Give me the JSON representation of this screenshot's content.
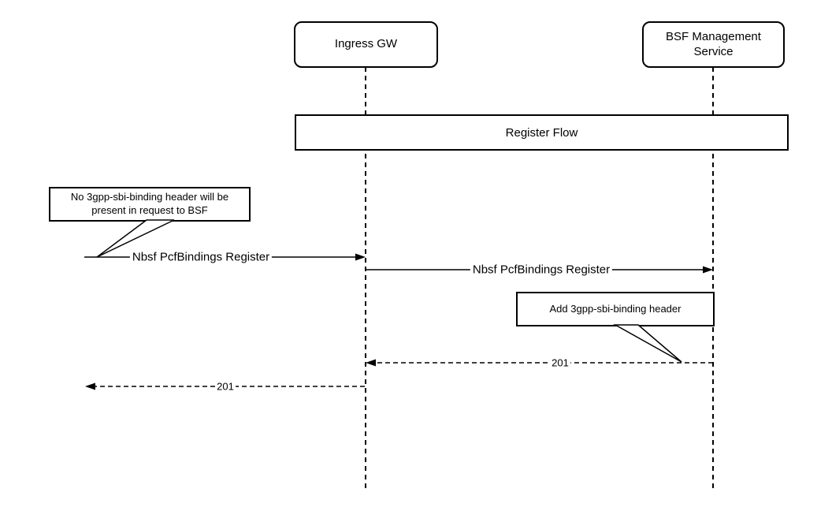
{
  "diagram": {
    "type": "sequence",
    "frame_title": "Register Flow",
    "actors": [
      {
        "label": "Ingress GW"
      },
      {
        "label": "BSF Management Service"
      }
    ],
    "notes": [
      {
        "text": "No 3gpp-sbi-binding header will be present in request to BSF"
      },
      {
        "text": "Add 3gpp-sbi-binding header"
      }
    ],
    "messages": [
      {
        "label": "Nbsf PcfBindings Register",
        "from": "left-edge",
        "to": "Ingress GW",
        "style": "solid"
      },
      {
        "label": "Nbsf PcfBindings Register",
        "from": "Ingress GW",
        "to": "BSF Management Service",
        "style": "solid"
      },
      {
        "label": "201",
        "from": "BSF Management Service",
        "to": "Ingress GW",
        "style": "dashed"
      },
      {
        "label": "201",
        "from": "Ingress GW",
        "to": "left-edge",
        "style": "dashed"
      }
    ],
    "colors": {
      "stroke": "#000000",
      "shape_fill": "#ffffff",
      "background": "#ffffff"
    }
  }
}
